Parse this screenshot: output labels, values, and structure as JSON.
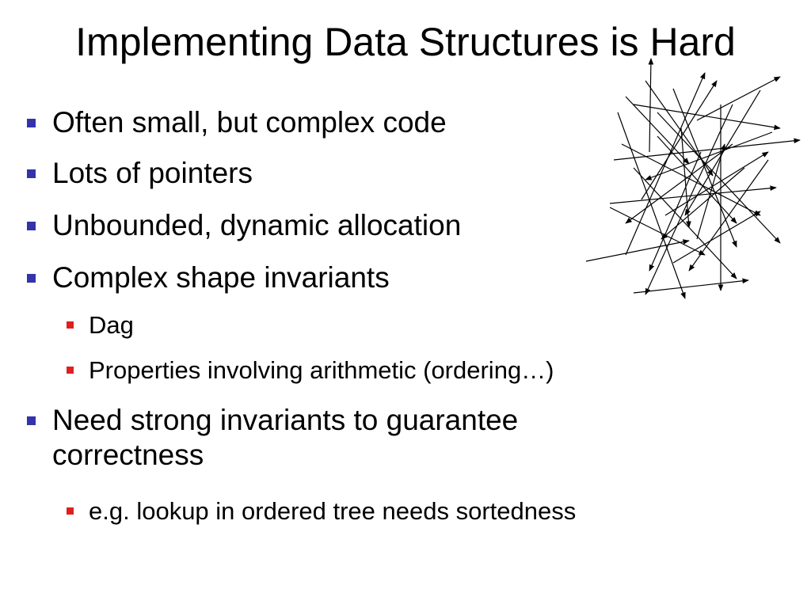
{
  "slide": {
    "title": "Implementing Data Structures is Hard",
    "bullets": [
      {
        "text": "Often small, but complex code",
        "level": 1
      },
      {
        "text": "Lots of pointers",
        "level": 1
      },
      {
        "text": "Unbounded, dynamic allocation",
        "level": 1
      },
      {
        "text": "Complex shape invariants",
        "level": 1
      },
      {
        "text": "Dag",
        "level": 2
      },
      {
        "text": "Properties involving arithmetic (ordering…)",
        "level": 2
      },
      {
        "text_line1": "Need strong invariants to guarantee",
        "text_line2": "correctness",
        "level": 1
      },
      {
        "text": "e.g. lookup in ordered tree needs sortedness",
        "level": 2
      }
    ],
    "colors": {
      "level1_bullet": "#3333aa",
      "level2_bullet": "#e02020",
      "text": "#000000"
    },
    "illustration": "pointer-tangle-arrows"
  }
}
